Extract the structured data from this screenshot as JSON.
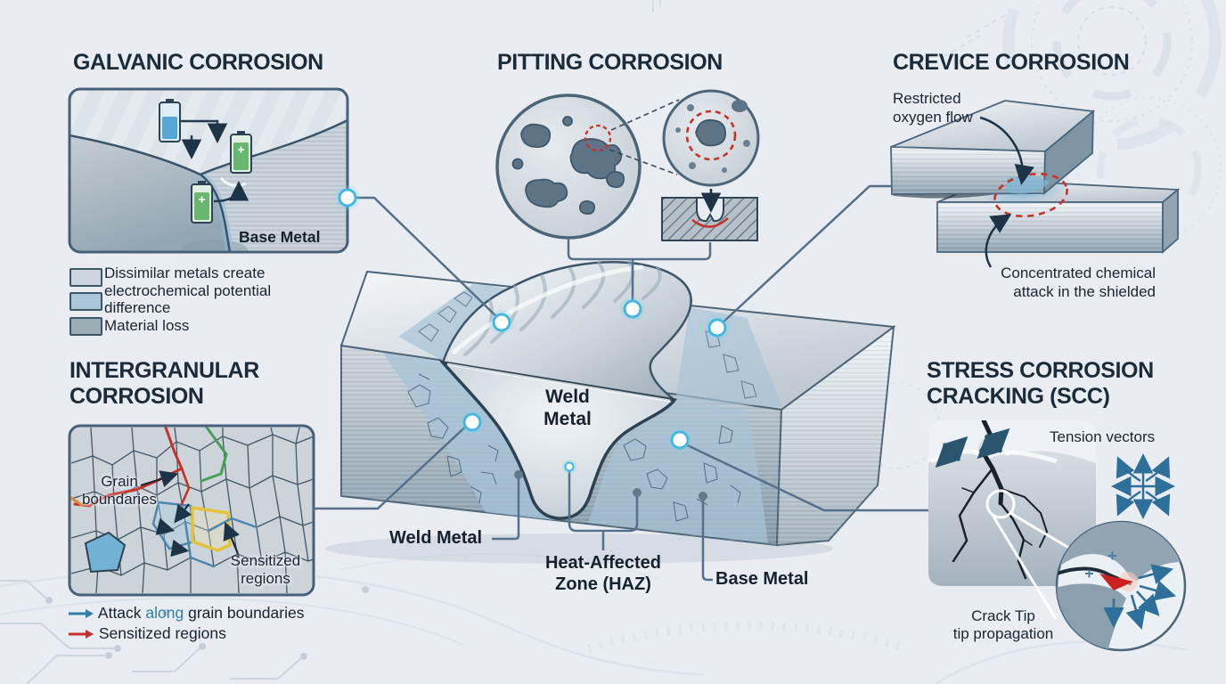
{
  "titles": {
    "galvanic": "GALVANIC CORROSION",
    "pitting": "PITTING CORROSION",
    "crevice": "CREVICE CORROSION",
    "intergranular": "INTERGRANULAR\nCORROSION",
    "scc": "STRESS CORROSION\nCRACKING (SCC)"
  },
  "galvanic": {
    "panel_label": "Base Metal",
    "legend": {
      "swatches": [
        {
          "name": "dissimilar-metals-swatch",
          "color": "#ccd6dc"
        },
        {
          "name": "electrochemical-swatch",
          "color": "#a9c7d9"
        },
        {
          "name": "material-loss-swatch",
          "color": "#9cadb8"
        }
      ],
      "lines": [
        "Dissimilar metals create",
        "electrochemical potential",
        "difference",
        "Material loss"
      ]
    }
  },
  "crevice": {
    "label_top": "Restricted\noxygen flow",
    "label_bottom": "Concentrated chemical\nattack in the shielded"
  },
  "intergranular": {
    "label_grain": "Grain\nboundaries",
    "label_sensitized": "Sensitized\nregions",
    "legend_attack": {
      "pre": "Attack ",
      "highlight": "along",
      "post": " grain boundaries"
    },
    "legend_sensitized": "Sensitized regions"
  },
  "scc": {
    "label_tension": "Tension vectors",
    "label_crack": "Crack Tip\ntip propagation"
  },
  "weld": {
    "block_label": "Weld\nMetal",
    "label_weld": "Weld Metal",
    "label_haz": "Heat-Affected\nZone (HAZ)",
    "label_base": "Base Metal"
  },
  "icons": {
    "glow_connector": "circle-node",
    "blue_arrow": "right-arrow",
    "red_arrow": "right-arrow"
  },
  "colors": {
    "background": "#e9edf2",
    "title_text": "#1c2b3a",
    "panel_border": "#46607a",
    "connector": "#54708a",
    "glow_cyan": "#46b8e0",
    "danger_red": "#c63128",
    "haz_blue": "#a7c3d7",
    "arrow_blue": "#2e7fa8",
    "arrow_red": "#c23030",
    "battery_blue": "#57a7d8",
    "battery_green": "#69b76e"
  }
}
